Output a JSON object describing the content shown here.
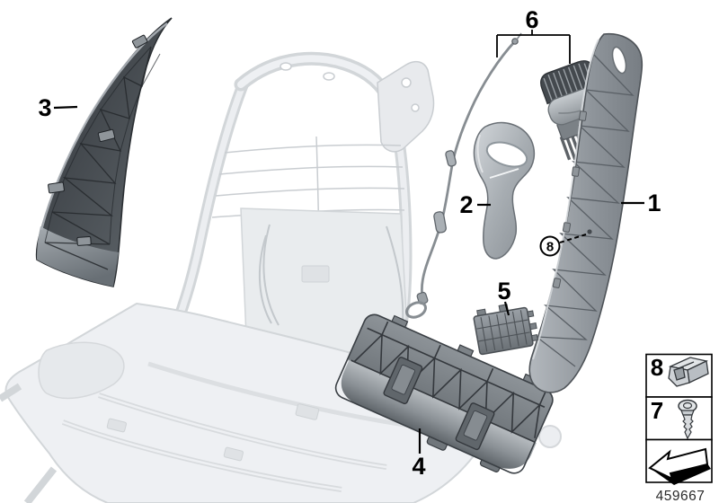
{
  "diagram": {
    "title_hint": "seat-backrest-trim-exploded-diagram",
    "image_number": "459667",
    "callouts": {
      "c1": "1",
      "c2": "2",
      "c3": "3",
      "c4": "4",
      "c5": "5",
      "c6": "6",
      "c8": "8"
    },
    "legend": {
      "clip_label": "8",
      "screw_label": "7"
    },
    "icons": {
      "clip": "spring-clip-icon",
      "screw": "self-tapping-screw-icon",
      "arrow": "installation-direction-arrow-icon"
    },
    "colors": {
      "background": "#ffffff",
      "line": "#000000",
      "ghost_stroke": "#d2d6d9",
      "ghost_fill": "#edeff2",
      "part_dark": "#41464b",
      "part_mid": "#9aa0a5",
      "part_light": "#c8ccd0"
    }
  }
}
